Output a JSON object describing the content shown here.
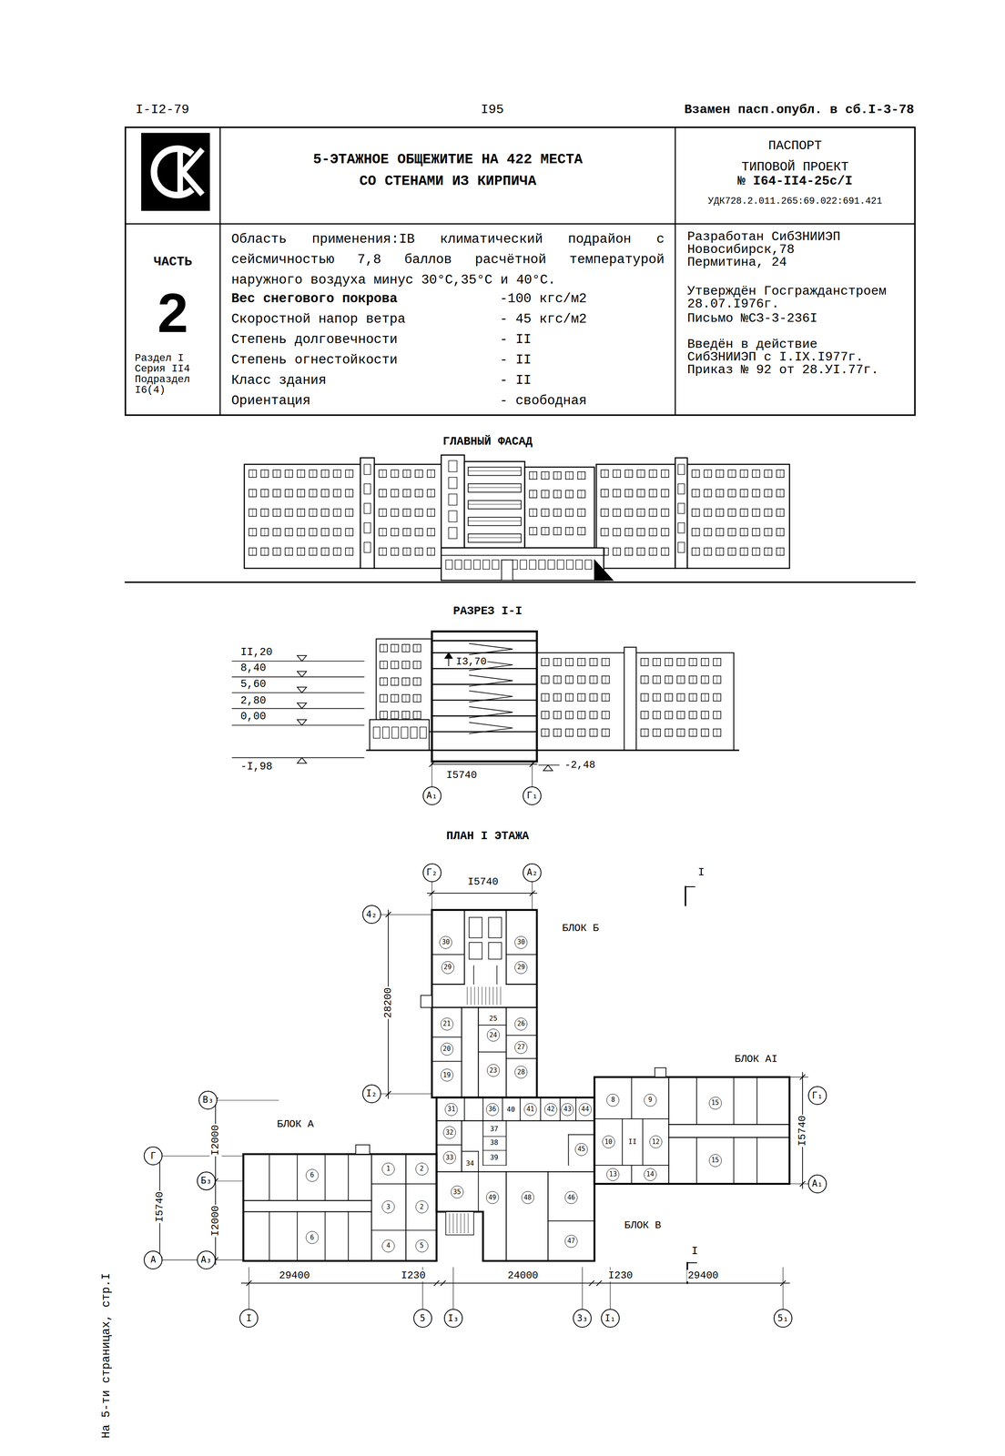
{
  "diagram": {
    "nodes": [
      {
        "text": [
          "5-ЭТАЖНОЕ ОБЩЕЖИТИЕ НА 422 МЕСТА СО СТЕНАМИ ИЗ КИРПИЧА"
        ]
      },
      {
        "text": [
          "ПАСПОРТ",
          "ТИПОВОЙ ПРОЕКТ",
          "№ I64-II4-25с/I",
          "УДК728.2.011.265:69.022:691.421"
        ]
      },
      {
        "text": [
          "ЧАСТЬ",
          "2",
          "Раздел I Серия II4 Подраздел I6(4)"
        ]
      },
      {
        "text": [
          "Область применения:IВ климатический подрайон с сейсмичностью 7,8 баллов расчётной температурой наружного воздуха минус 30°С,35°С и 40°С.",
          "Вес снегового покрова",
          "-100 кгс/м2",
          "Скоростной напор ветра",
          "- 45 кгс/м2",
          "Степень долговечности",
          "- II",
          "Степень огнестойкости",
          "- II",
          "Класс здания",
          "- II",
          "Ориентация",
          "- свободная"
        ]
      },
      {
        "text": [
          "Разработан СибЗНИИЭП Новосибирск,78 Пермитина, 24",
          "Утверждён Госгражданстроем 28.07.I976г.",
          "Письмо №СЗ-3-236I",
          "Введён в действие СибЗНИИЭП с I.IX.I977г. Приказ № 92 от 28.УI.77г."
        ]
      }
    ],
    "labels": [
      "I-I2-79",
      "I95",
      "Взамен пасп.опубл. в сб.I-3-78",
      "ГЛАВНЫЙ ФАСАД",
      "РАЗРЕЗ I-I",
      "II,20",
      "8,40",
      "5,60",
      "2,80",
      "0,00",
      "-I,98",
      "I3,70",
      "I5740",
      "-2,48",
      "А₁",
      "Г₁",
      "ПЛАН I ЭТАЖА",
      "Г₂",
      "А₂",
      "I5740",
      "I",
      "БЛОК Б",
      "28200",
      "4₂",
      "I₂",
      "БЛОК АI",
      "Г₁",
      "I5740",
      "А₁",
      "В₃",
      "БЛОК А",
      "Г",
      "Б₃",
      "I2000",
      "I5740",
      "I2000",
      "А",
      "А₃",
      "БЛОК В",
      "I",
      "29400",
      "I230",
      "24000",
      "I230",
      "29400",
      "I",
      "5",
      "I₃",
      "3₃",
      "I₁",
      "5₁",
      "На 5-ти страницах, стр.I",
      "30",
      "30",
      "29",
      "29",
      "21",
      "25",
      "26",
      "24",
      "20",
      "27",
      "19",
      "23",
      "28",
      "31",
      "36",
      "40",
      "41",
      "42",
      "43",
      "44",
      "8",
      "9",
      "15",
      "32",
      "37",
      "10",
      "II",
      "12",
      "38",
      "45",
      "39",
      "33",
      "6",
      "1",
      "2",
      "34",
      "13",
      "14",
      "15",
      "35",
      "49",
      "48",
      "46",
      "3",
      "2",
      "47",
      "6",
      "4",
      "5"
    ]
  }
}
